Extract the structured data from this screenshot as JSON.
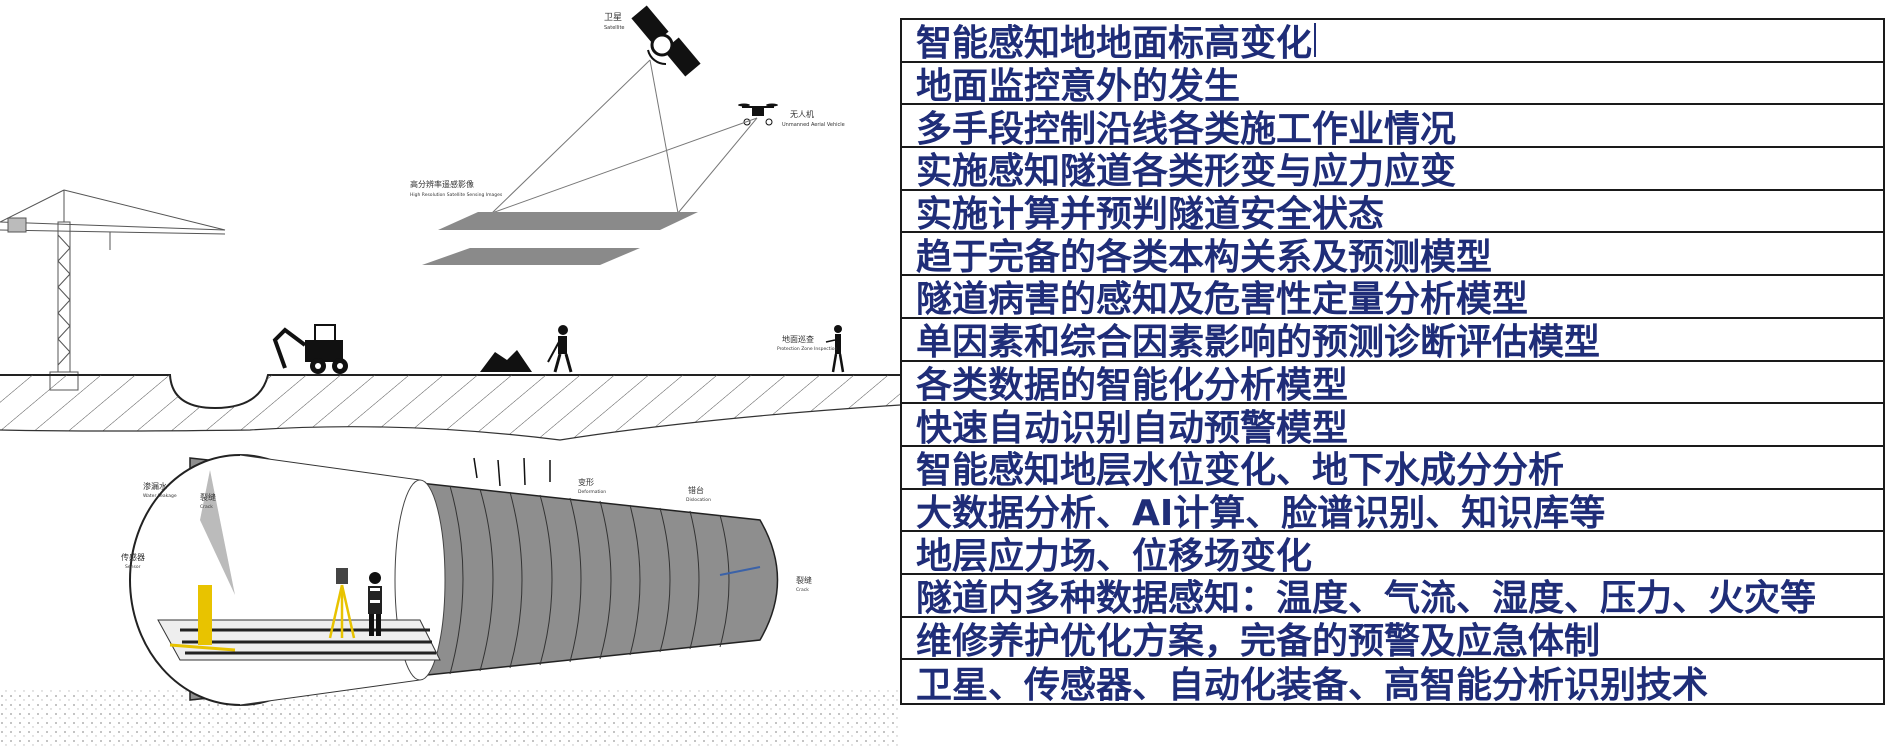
{
  "feature_list": [
    "智能感知地地面标高变化",
    "地面监控意外的发生",
    "多手段控制沿线各类施工作业情况",
    "实施感知隧道各类形变与应力应变",
    "实施计算并预判隧道安全状态",
    "趋于完备的各类本构关系及预测模型",
    "隧道病害的感知及危害性定量分析模型",
    "单因素和综合因素影响的预测诊断评估模型",
    "各类数据的智能化分析模型",
    "快速自动识别自动预警模型",
    "智能感知地层水位变化、地下水成分分析",
    "大数据分析、AI计算、脸谱识别、知识库等",
    "地层应力场、位移场变化",
    "隧道内多种数据感知：温度、气流、湿度、压力、火灾等",
    "维修养护优化方案，完备的预警及应急体制",
    "卫星、传感器、自动化装备、高智能分析识别技术"
  ],
  "illustration": {
    "satellite_label": "卫星",
    "satellite_sub": "Satellite",
    "drone_label": "无人机",
    "drone_sub": "Unmanned Aerial Vehicle",
    "remote_label": "高分辨率遥感影像",
    "remote_sub": "High Resolution Satellite Sensing Images",
    "patrol_label": "地面巡查",
    "patrol_sub": "Protection Zone Inspection",
    "leak_label": "渗漏水",
    "leak_sub": "Water Leakage",
    "crack_label": "裂缝",
    "crack_sub": "Crack",
    "sensor_label": "传感器",
    "sensor_sub": "Sensor",
    "deform_label": "变形",
    "deform_sub": "Deformation",
    "misalign_label": "错台",
    "misalign_sub": "Dislocation",
    "crack2_label": "裂缝",
    "crack2_sub": "Crack"
  }
}
